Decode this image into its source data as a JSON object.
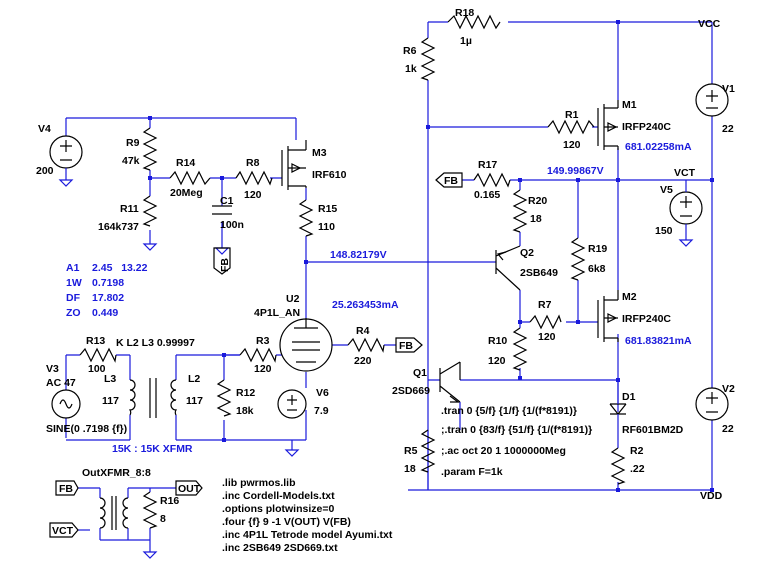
{
  "components": {
    "R18": {
      "name": "R18",
      "value": "1µ"
    },
    "R6": {
      "name": "R6",
      "value": "1k"
    },
    "R1": {
      "name": "R1",
      "value": "120"
    },
    "M1": {
      "name": "M1",
      "value": "IRFP240C"
    },
    "M2": {
      "name": "M2",
      "value": "IRFP240C"
    },
    "M3": {
      "name": "M3",
      "value": "IRF610"
    },
    "V1": {
      "name": "V1",
      "value": "22"
    },
    "V2": {
      "name": "V2",
      "value": "22"
    },
    "V4": {
      "name": "V4",
      "value": "200"
    },
    "V5": {
      "name": "V5",
      "value": "150"
    },
    "V6": {
      "name": "V6",
      "value": "7.9"
    },
    "V3": {
      "name": "V3",
      "value": "AC 47",
      "src": "SINE(0 .7198 {f})"
    },
    "R9": {
      "name": "R9",
      "value": "47k"
    },
    "R11": {
      "name": "R11",
      "value": "164k737"
    },
    "R14": {
      "name": "R14",
      "value": "20Meg"
    },
    "R8": {
      "name": "R8",
      "value": "120"
    },
    "C1": {
      "name": "C1",
      "value": "100n"
    },
    "R15": {
      "name": "R15",
      "value": "110"
    },
    "R17": {
      "name": "R17",
      "value": "0.165"
    },
    "R20": {
      "name": "R20",
      "value": "18"
    },
    "R19": {
      "name": "R19",
      "value": "6k8"
    },
    "R7": {
      "name": "R7",
      "value": "120"
    },
    "R10": {
      "name": "R10",
      "value": "120"
    },
    "Q2": {
      "name": "Q2",
      "value": "2SB649"
    },
    "Q1": {
      "name": "Q1",
      "value": "2SD669"
    },
    "U2": {
      "name": "U2",
      "value": "4P1L_AN"
    },
    "R4": {
      "name": "R4",
      "value": "220"
    },
    "R3": {
      "name": "R3",
      "value": "120"
    },
    "R12": {
      "name": "R12",
      "value": "18k"
    },
    "R13": {
      "name": "R13",
      "value": "100"
    },
    "L3": {
      "name": "L3",
      "value": "117"
    },
    "L2": {
      "name": "L2",
      "value": "117"
    },
    "R5": {
      "name": "R5",
      "value": "18"
    },
    "R2": {
      "name": "R2",
      "value": ".22"
    },
    "D1": {
      "name": "D1",
      "value": "RF601BM2D"
    },
    "R16": {
      "name": "R16",
      "value": "8"
    },
    "outxfmr": {
      "name": "OutXFMR_8:8"
    }
  },
  "nets": {
    "vcc": "VCC",
    "vdd": "VDD",
    "vct": "VCT",
    "fb": "FB",
    "out": "OUT"
  },
  "measurements": {
    "i_m1": "681.02258mA",
    "v_fb_node": "149.99867V",
    "v_r15": "148.82179V",
    "i_u2": "25.263453mA",
    "i_m2": "681.83821mA"
  },
  "coupling": "K L2 L3 0.99997",
  "xfmr_note": "15K : 15K XFMR",
  "fourier_results": [
    {
      "label": "A1",
      "value": "2.45   13.22"
    },
    {
      "label": "1W",
      "value": "0.7198"
    },
    {
      "label": "DF",
      "value": "17.802"
    },
    {
      "label": "ZO",
      "value": "0.449"
    }
  ],
  "directives_mid": [
    ".tran 0 {5/f} {1/f} {1/(f*8191)}",
    ";.tran 0 {83/f} {51/f} {1/(f*8191)}",
    ";.ac oct 20 1 1000000Meg",
    ".param F=1k"
  ],
  "directives_bottom": [
    ".lib pwrmos.lib",
    ".inc Cordell-Models.txt",
    ".options plotwinsize=0",
    ".four {f} 9 -1 V(OUT) V(FB)",
    ".inc 4P1L Tetrode model Ayumi.txt",
    ".inc 2SB649 2SD669.txt"
  ]
}
